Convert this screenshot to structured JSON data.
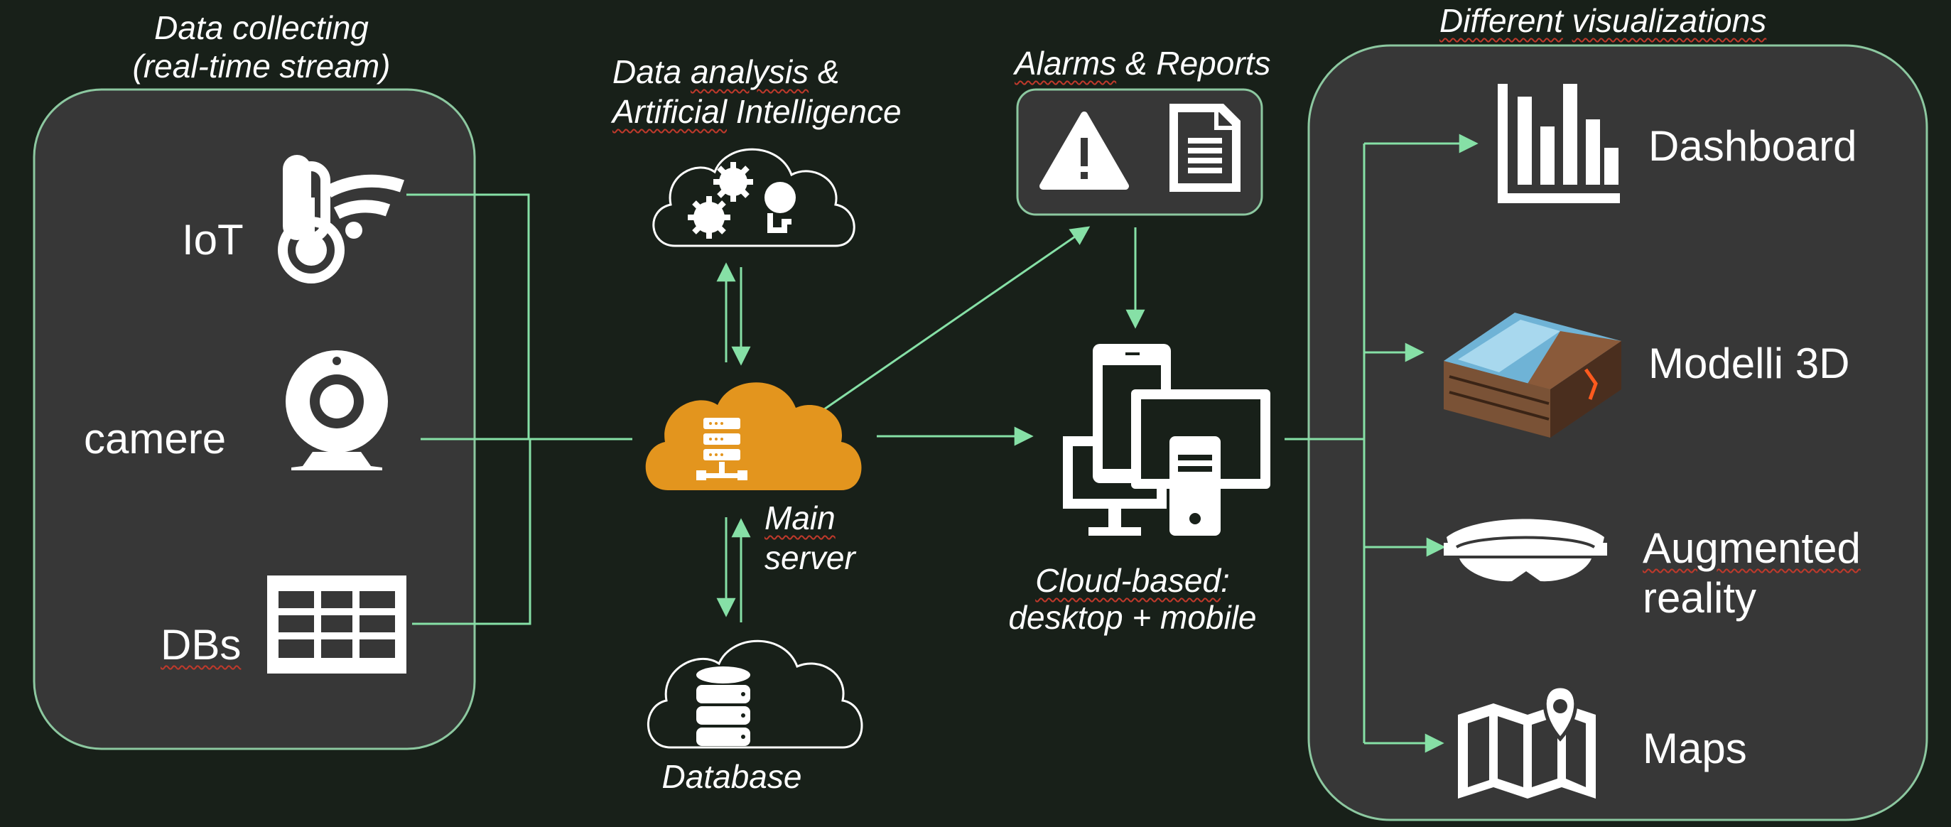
{
  "sources": {
    "title_line1": "Data collecting",
    "title_line2": "(real-time stream)",
    "iot": "IoT",
    "camere": "camere",
    "dbs": "DBs"
  },
  "analysis": {
    "line1_a": "Data ",
    "line1_b": "analysis",
    "line1_c": " &",
    "line2_a": "Artificial",
    "line2_b": " Intelligence"
  },
  "main_server": {
    "line1": "Main",
    "line2": "server"
  },
  "database": {
    "label": "Database"
  },
  "alarms": {
    "a": "Alarms",
    "b": " & Reports"
  },
  "cloud": {
    "line1_a": "Cloud-based",
    "line1_b": ":",
    "line2": "desktop + mobile"
  },
  "visualizations": {
    "title_a": "Different",
    "title_b": " ",
    "title_c": "visualizations",
    "dashboard": "Dashboard",
    "models": "Modelli 3D",
    "ar_line1": "Augmented",
    "ar_line2": "reality",
    "maps": "Maps"
  },
  "colors": {
    "background": "#182019",
    "panel": "#373737",
    "panel_border": "#8cc8a0",
    "connector": "#86e0a6",
    "server_cloud": "#e3951e",
    "icon": "#ffffff"
  },
  "icons": [
    "thermometer-wifi-icon",
    "webcam-icon",
    "table-grid-icon",
    "cloud-gears-brain-icon",
    "cloud-server-icon",
    "cloud-database-icon",
    "warning-icon",
    "document-icon",
    "devices-icon",
    "bar-chart-icon",
    "terrain-3d-icon",
    "ar-headset-icon",
    "map-pin-icon"
  ]
}
